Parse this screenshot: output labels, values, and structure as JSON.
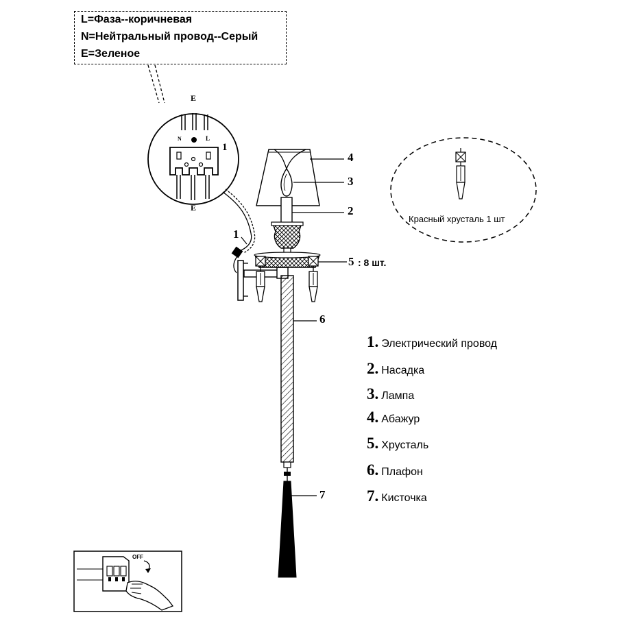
{
  "wiring_legend": {
    "line_l": "L=Фаза--коричневая",
    "line_n": "N=Нейтральный провод--Серый",
    "line_e": "E=Зеленое"
  },
  "terminal": {
    "top_label": "E",
    "bottom_label": "E",
    "n_label": "N",
    "l_label": "L",
    "ref": "1"
  },
  "callouts": {
    "c1": "1",
    "c2": "2",
    "c3": "3",
    "c4": "4",
    "c5": "5",
    "c5_qty": ": 8 шт.",
    "c6": "6",
    "c7": "7"
  },
  "crystal_note": "Красный хрусталь 1 шт",
  "parts": [
    {
      "num": "1.",
      "label": "Электрический провод"
    },
    {
      "num": "2.",
      "label": "Насадка"
    },
    {
      "num": "3.",
      "label": "Лампа"
    },
    {
      "num": "4.",
      "label": "Абажур"
    },
    {
      "num": "5.",
      "label": "Хрусталь"
    },
    {
      "num": "6.",
      "label": "Плафон"
    },
    {
      "num": "7.",
      "label": "Кисточка"
    }
  ],
  "switch_panel": {
    "off_label": "OFF"
  }
}
